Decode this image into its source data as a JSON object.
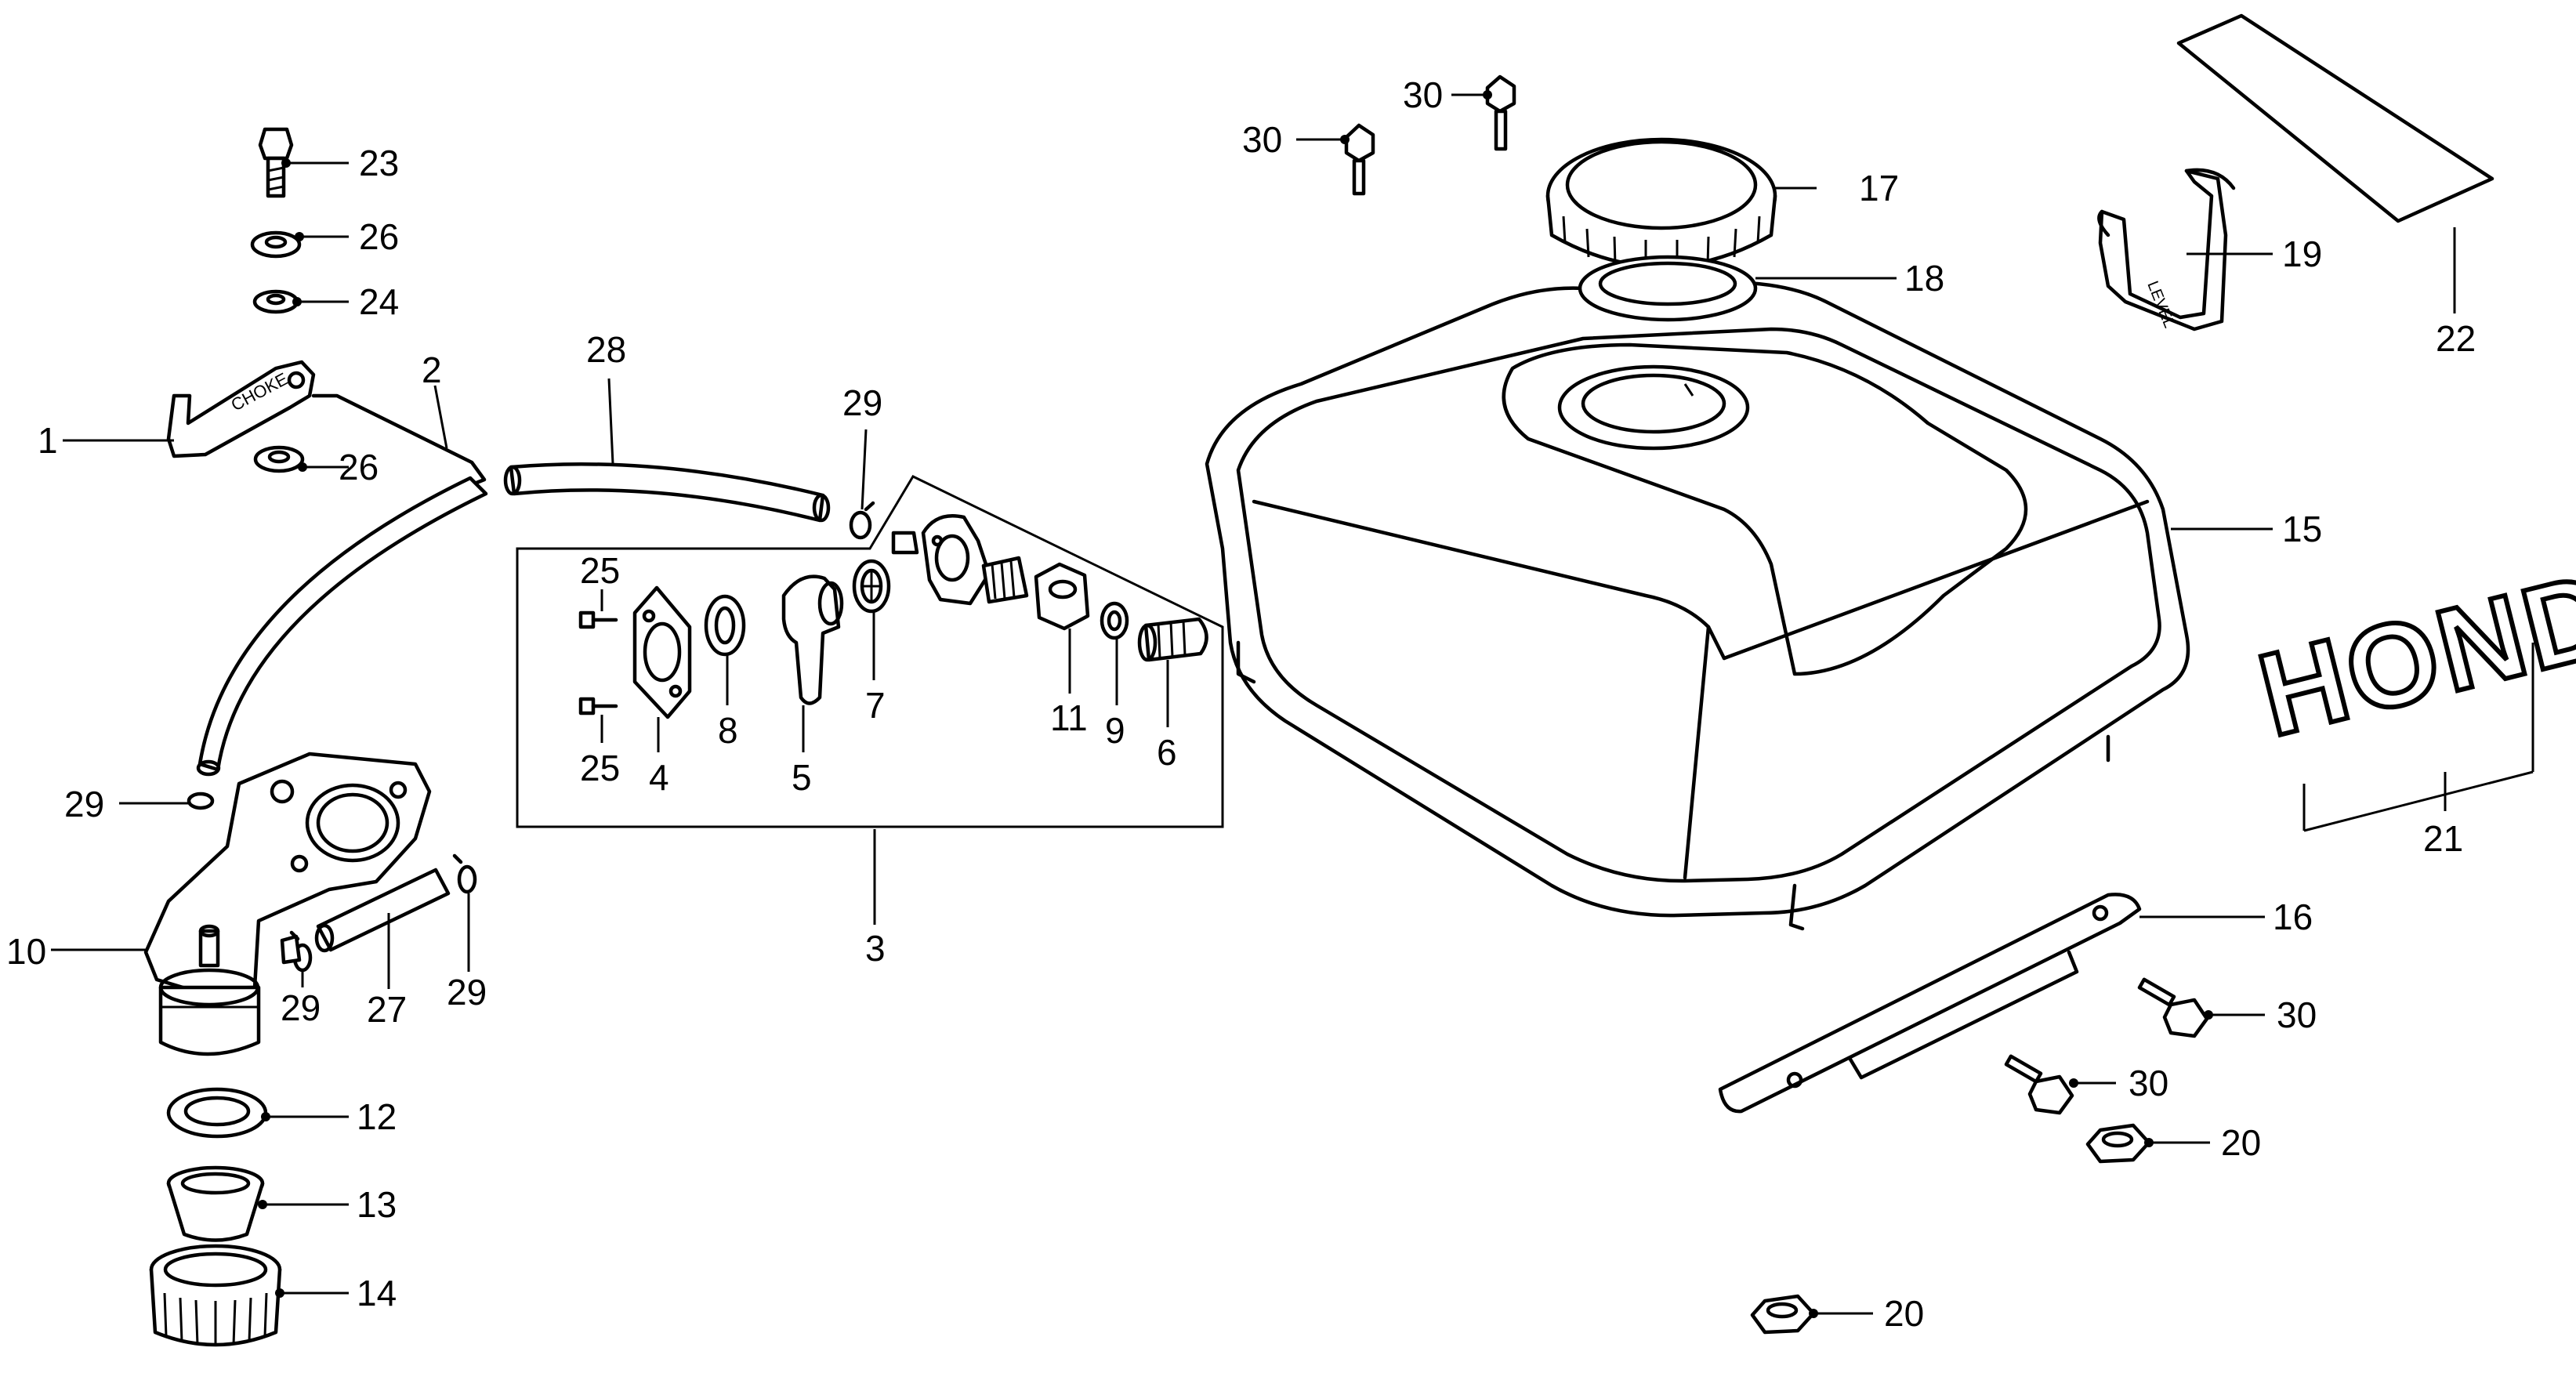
{
  "callouts": {
    "c1": "1",
    "c2": "2",
    "c3": "3",
    "c4": "4",
    "c5": "5",
    "c6": "6",
    "c7": "7",
    "c8": "8",
    "c9": "9",
    "c10": "10",
    "c11": "11",
    "c12": "12",
    "c13": "13",
    "c14": "14",
    "c15": "15",
    "c16": "16",
    "c17": "17",
    "c18": "18",
    "c19": "19",
    "c21": "21",
    "c22": "22",
    "c23": "23",
    "c24": "24",
    "c25a": "25",
    "c25b": "25",
    "c26a": "26",
    "c26b": "26",
    "c27": "27",
    "c28": "28",
    "c29a": "29",
    "c29b": "29",
    "c29c": "29",
    "c29d": "29",
    "c30a": "30",
    "c30b": "30",
    "c30c": "30",
    "c30d": "30",
    "c20a": "20",
    "c20b": "20"
  },
  "imprints": {
    "brand": "HONDA",
    "choke": "CHOKE",
    "level": "LEVEL"
  }
}
